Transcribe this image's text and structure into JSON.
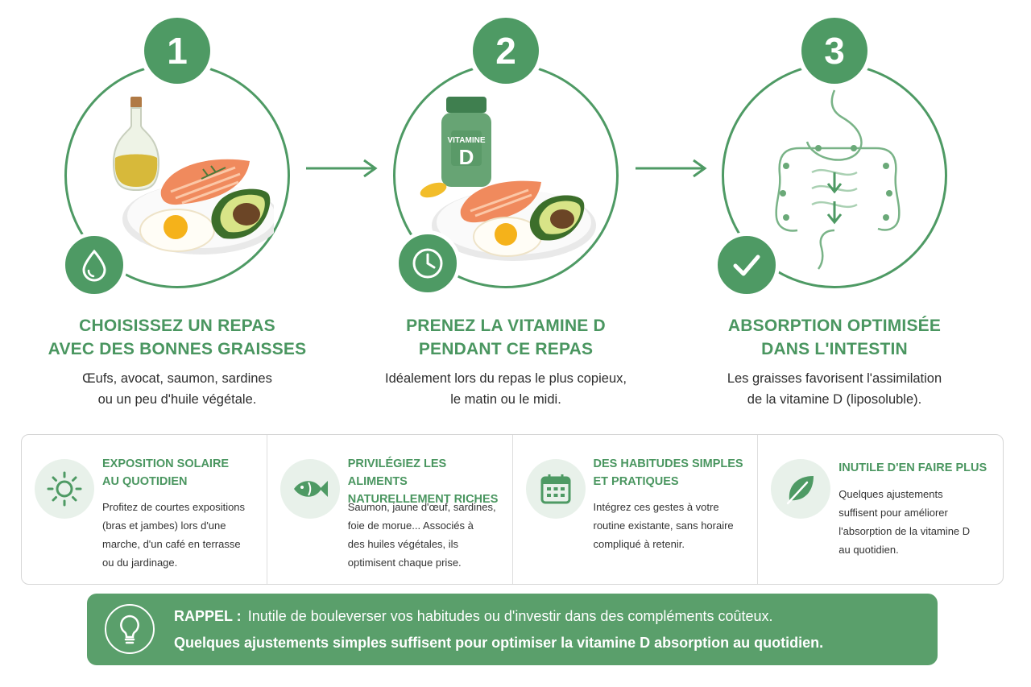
{
  "steps": [
    {
      "number": "1",
      "title": "CHOISISSEZ UN REPAS\nAVEC DES BONNES GRAISSES",
      "description": "Œufs, avocat, saumon, sardines\nou un peu d'huile végétale.",
      "badge_icon": "water-drop-icon",
      "illustration": "oil-bottle-salmon-egg-avocado-plate"
    },
    {
      "number": "2",
      "title": "PRENEZ LA VITAMINE D\nPENDANT CE REPAS",
      "description": "Idéalement lors du repas le plus copieux,\nle matin ou le midi.",
      "badge_icon": "clock-icon",
      "illustration": "vitamin-bottle-and-meal-plate",
      "bottle_label_top": "VITAMINE",
      "bottle_label_big": "D"
    },
    {
      "number": "3",
      "title": "ABSORPTION OPTIMISÉE\nDANS L'INTESTIN",
      "description": "Les graisses favorisent l'assimilation\nde la vitamine D (liposoluble).",
      "badge_icon": "checkmark-icon",
      "illustration": "digestive-system-outline"
    }
  ],
  "tips": [
    {
      "icon": "sun-icon",
      "title": "EXPOSITION SOLAIRE\nAU QUOTIDIEN",
      "text": "Profitez de courtes expositions\n(bras et jambes) lors d'une\nmarche, d'un café en terrasse\nou du jardinage."
    },
    {
      "icon": "fish-icon",
      "title": "PRIVILÉGIEZ LES ALIMENTS\nNATURELLEMENT RICHES",
      "text": "Saumon, jaune d'œuf, sardines,\nfoie de morue... Associés à\ndes huiles végétales, ils\noptimisent chaque prise."
    },
    {
      "icon": "calendar-icon",
      "title": "DES HABITUDES SIMPLES\nET PRATIQUES",
      "text": "Intégrez ces gestes à votre\nroutine existante, sans horaire\ncompliqué à retenir."
    },
    {
      "icon": "leaf-icon",
      "title": "INUTILE D'EN FAIRE PLUS",
      "text": "Quelques ajustements\nsuffisent pour améliorer\nl'absorption de la vitamine D\nau quotidien."
    }
  ],
  "reminder": {
    "icon": "lightbulb-icon",
    "label": "RAPPEL :",
    "line1": "Inutile de bouleverser vos habitudes ou d'investir dans des compléments coûteux.",
    "line2": "Quelques ajustements simples suffisent pour optimiser la vitamine D absorption au quotidien."
  },
  "colors": {
    "accent": "#4e9a64",
    "accent_text": "#4a9660",
    "icon_bg": "#e8f1ea",
    "banner": "#5a9f6b"
  }
}
